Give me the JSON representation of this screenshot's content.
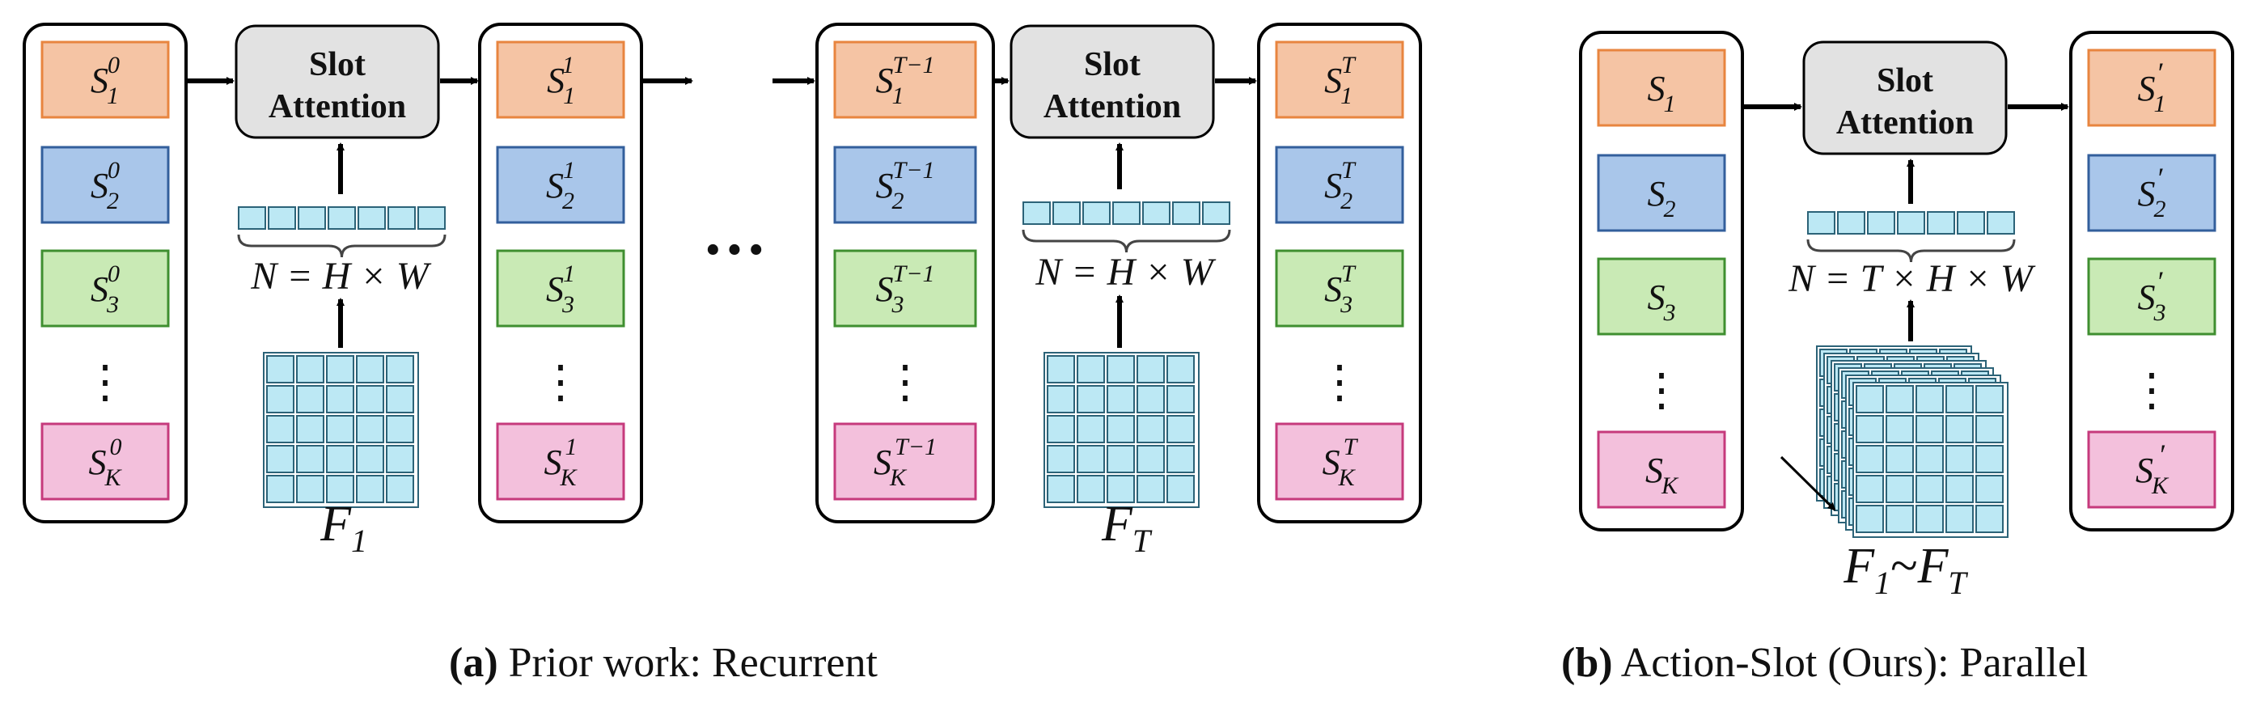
{
  "colors": {
    "slot1": "#f5c4a4",
    "slot1_border": "#e8853f",
    "slot2": "#a9c6ea",
    "slot2_border": "#335f9c",
    "slot3": "#c9eab5",
    "slot3_border": "#3f8f30",
    "slotK": "#f3c0dc",
    "slotK_border": "#c63a7c",
    "attention_fill": "#e2e2e2",
    "feature_cell": "#bce8f4",
    "feature_border": "#2c6378"
  },
  "attention_label_line1": "Slot",
  "attention_label_line2": "Attention",
  "vertical_dots": "⋮",
  "ellipsis": "···",
  "prior": {
    "columns": [
      {
        "sup": "0"
      },
      {
        "sup": "1"
      },
      {
        "sup": "T−1"
      },
      {
        "sup": "T"
      }
    ],
    "slot_subs": [
      "1",
      "2",
      "3",
      "K"
    ],
    "n_formula": "N = H × W",
    "feature_labels": [
      {
        "main": "F",
        "sub": "1"
      },
      {
        "main": "F",
        "sub": "T"
      }
    ]
  },
  "ours": {
    "input_slot_subs": [
      "1",
      "2",
      "3",
      "K"
    ],
    "output_prime": "′",
    "n_formula": "N = T × H × W",
    "feature_label": {
      "main1": "F",
      "sub1": "1",
      "tilde": "~",
      "main2": "F",
      "sub2": "T"
    }
  },
  "captions": {
    "a_bold": "(a)",
    "a_text": " Prior work: Recurrent",
    "b_bold": "(b)",
    "b_text": " Action-Slot (Ours): Parallel"
  }
}
